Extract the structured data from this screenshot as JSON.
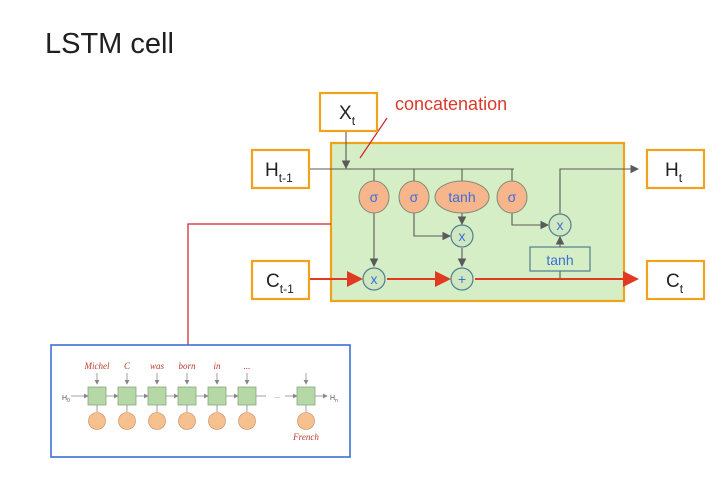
{
  "title": "LSTM cell",
  "annotation": "concatenation",
  "inputs": {
    "x_main": "X",
    "x_sub": "t",
    "h_prev_main": "H",
    "h_prev_sub": "t-1",
    "c_prev_main": "C",
    "c_prev_sub": "t-1"
  },
  "outputs": {
    "h_main": "H",
    "h_sub": "t",
    "c_main": "C",
    "c_sub": "t"
  },
  "gates": [
    "σ",
    "σ",
    "tanh",
    "σ"
  ],
  "ops": {
    "forget_mul": "x",
    "input_mul": "x",
    "output_mul": "x",
    "add": "+",
    "tanh_box": "tanh"
  },
  "inset": {
    "words": [
      "Michel",
      "C",
      "was",
      "born",
      "in",
      "..."
    ],
    "h0_main": "H",
    "h0_sub": "0",
    "hn_main": "H",
    "hn_sub": "n",
    "ellipsis": "...",
    "output_word": "French"
  },
  "colors": {
    "box_border": "#f0a21b",
    "cell_fill": "#d6eec6",
    "arrow_red": "#e03a22",
    "gate_fill": "#f7b58c",
    "inset_border": "#3b6fd4"
  }
}
